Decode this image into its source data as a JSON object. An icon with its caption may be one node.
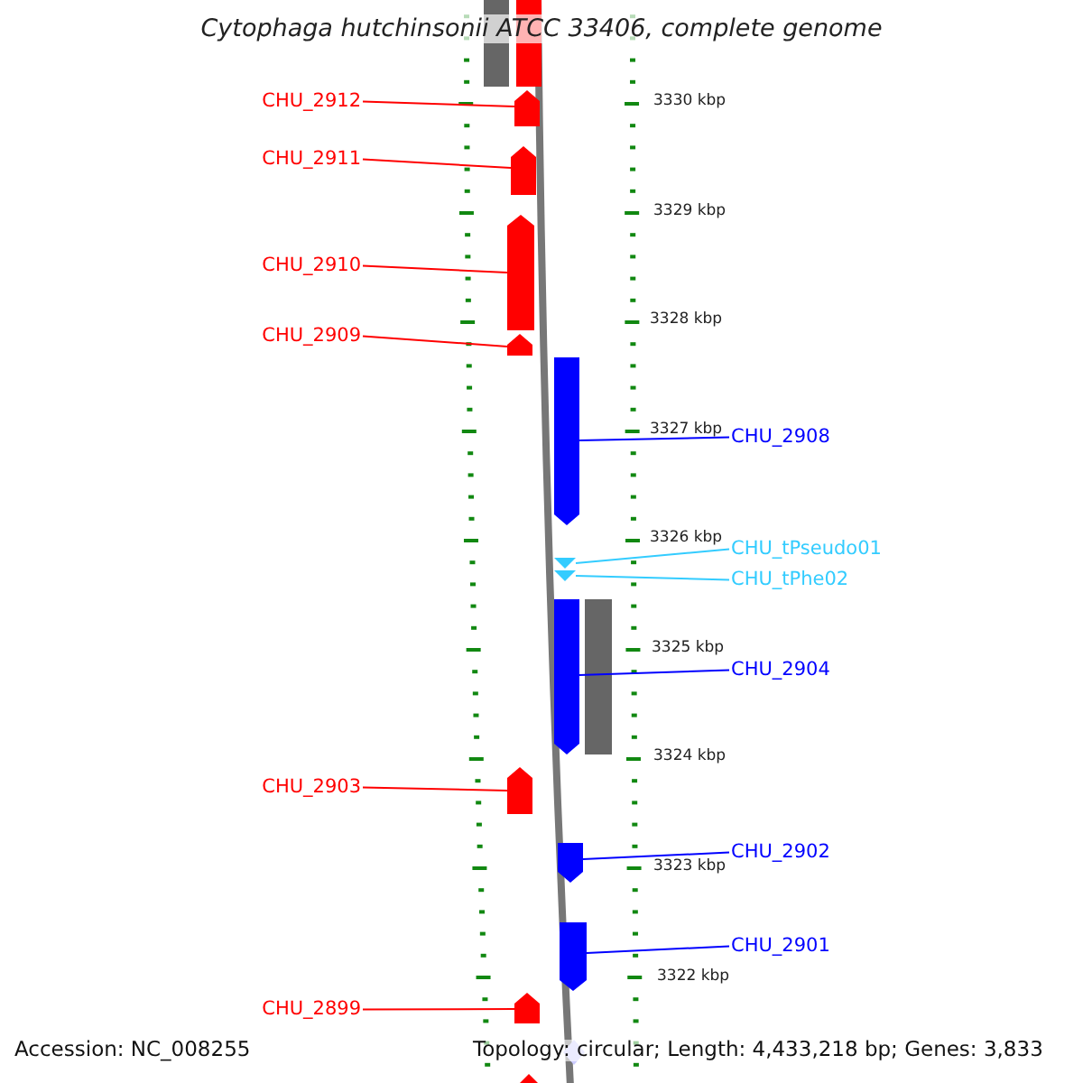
{
  "diagram": {
    "title": "Cytophaga hutchinsonii ATCC 33406, complete genome",
    "nodes": [
      {
        "text": [
          "CHU_2912"
        ]
      },
      {
        "text": [
          "CHU_2911"
        ]
      },
      {
        "text": [
          "CHU_2910"
        ]
      },
      {
        "text": [
          "CHU_2909"
        ]
      },
      {
        "text": [
          "CHU_2908"
        ]
      },
      {
        "text": [
          "CHU_tPseudo01"
        ]
      },
      {
        "text": [
          "CHU_tPhe02"
        ]
      },
      {
        "text": [
          "CHU_2904"
        ]
      },
      {
        "text": [
          "CHU_2903"
        ]
      },
      {
        "text": [
          "CHU_2902"
        ]
      },
      {
        "text": [
          "CHU_2901"
        ]
      },
      {
        "text": [
          "CHU_2899"
        ]
      },
      {
        "text": [],
        "shape": "bar"
      },
      {
        "text": [],
        "shape": "bar"
      },
      {
        "text": [],
        "shape": "bar"
      },
      {
        "text": [],
        "shape": "bar"
      },
      {
        "text": [],
        "shape": "bar"
      },
      {
        "text": [],
        "shape": "bar"
      },
      {
        "text": [],
        "shape": "bar"
      },
      {
        "text": [],
        "shape": "bar"
      },
      {
        "text": [],
        "shape": "bar"
      },
      {
        "text": [],
        "shape": "bar"
      },
      {
        "text": [],
        "shape": "bar"
      },
      {
        "text": [],
        "shape": "bar"
      }
    ],
    "edges": [
      {
        "from": 0,
        "to": 12,
        "arrow": "none"
      },
      {
        "from": 1,
        "to": 13,
        "arrow": "none"
      },
      {
        "from": 2,
        "to": 14,
        "arrow": "none"
      },
      {
        "from": 3,
        "to": 15,
        "arrow": "none"
      },
      {
        "from": 4,
        "to": 16,
        "arrow": "none",
        "color": "#0000ff"
      },
      {
        "from": 5,
        "to": 17,
        "arrow": "none",
        "color": "#33ccff"
      },
      {
        "from": 6,
        "to": 18,
        "arrow": "none",
        "color": "#33ccff"
      },
      {
        "from": 7,
        "to": 19,
        "arrow": "none",
        "color": "#0000ff"
      },
      {
        "from": 8,
        "to": 20,
        "arrow": "none"
      },
      {
        "from": 9,
        "to": 21,
        "arrow": "none",
        "color": "#0000ff"
      },
      {
        "from": 10,
        "to": 22,
        "arrow": "none",
        "color": "#0000ff"
      },
      {
        "from": 11,
        "to": 23,
        "arrow": "none"
      }
    ],
    "labels": [
      "3330 kbp",
      "3329 kbp",
      "3328 kbp",
      "3327 kbp",
      "3326 kbp",
      "3325 kbp",
      "3324 kbp",
      "3323 kbp",
      "3322 kbp",
      "Accession: NC_008255",
      "Topology: circular; Length: 4,433,218 bp; Genes: 3,833"
    ]
  }
}
